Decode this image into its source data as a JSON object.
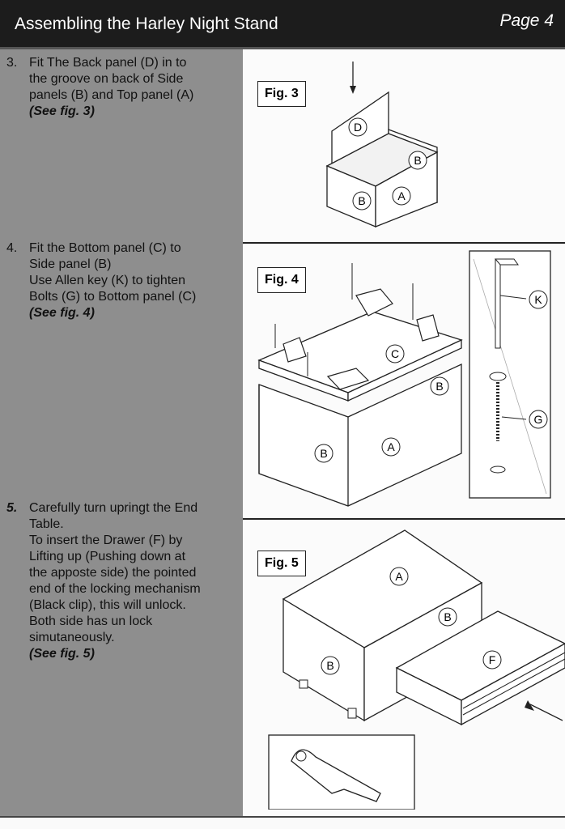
{
  "header": {
    "title": "Assembling the Harley Night Stand",
    "page": "Page 4"
  },
  "steps": [
    {
      "number": "3.",
      "lines": [
        "Fit The Back panel (D) in to",
        "the groove on back of Side",
        "panels (B) and Top panel (A)"
      ],
      "ref": "(See fig. 3)"
    },
    {
      "number": "4.",
      "lines": [
        "Fit the Bottom panel (C) to",
        "Side panel (B)",
        "Use  Allen key (K) to  tighten",
        "Bolts (G)  to Bottom panel (C)"
      ],
      "ref": "(See fig. 4)"
    },
    {
      "number": "5.",
      "lines": [
        "Carefully turn upringt the End",
        "Table.",
        "To insert the Drawer (F) by",
        "Lifting up (Pushing down at",
        "the apposte side) the pointed",
        "end of the locking mechanism",
        "(Black clip), this will unlock.",
        "Both side has un lock",
        "simutaneously."
      ],
      "ref": "(See fig. 5)"
    }
  ],
  "figures": {
    "fig3": {
      "label": "Fig. 3",
      "parts": [
        "D",
        "B",
        "B",
        "A"
      ]
    },
    "fig4": {
      "label": "Fig. 4",
      "parts": [
        "C",
        "B",
        "B",
        "A",
        "K",
        "G"
      ]
    },
    "fig5": {
      "label": "Fig. 5",
      "parts": [
        "A",
        "B",
        "B",
        "F"
      ]
    }
  }
}
